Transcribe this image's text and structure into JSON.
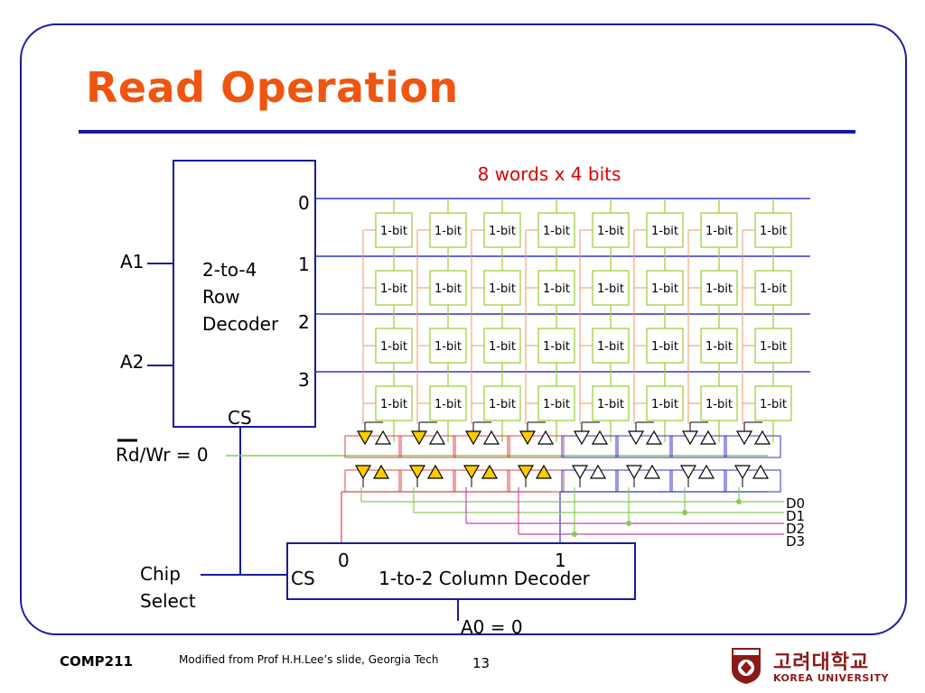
{
  "title": "Read Operation",
  "diagram": {
    "caption": "8 words x 4 bits",
    "row_decoder": {
      "line1": "2-to-4",
      "line2": "Row",
      "line3": "Decoder"
    },
    "row_outputs": [
      "0",
      "1",
      "2",
      "3"
    ],
    "address_inputs": [
      "A1",
      "A2"
    ],
    "cs_label": "CS",
    "rdwr_label": "Rd/Wr = 0",
    "cell_label": "1-bit",
    "data_outputs": [
      "D0",
      "D1",
      "D2",
      "D3"
    ],
    "column_decoder": {
      "label": "1-to-2 Column Decoder",
      "cs": "CS",
      "out0": "0",
      "out1": "1"
    },
    "chip_select": {
      "line1": "Chip",
      "line2": "Select"
    },
    "a0_label": "A0 = 0",
    "colors": {
      "word_line": "#3333cc",
      "bit_line": "#99cc33",
      "tri_buffer_active": "#ffcc00",
      "caption": "#dd0000"
    }
  },
  "footer": {
    "course": "COMP211",
    "credit": "Modified from Prof H.H.Lee’s slide, Georgia Tech",
    "page": "13",
    "logo_korean": "고려대학교",
    "logo_english": "KOREA UNIVERSITY"
  }
}
